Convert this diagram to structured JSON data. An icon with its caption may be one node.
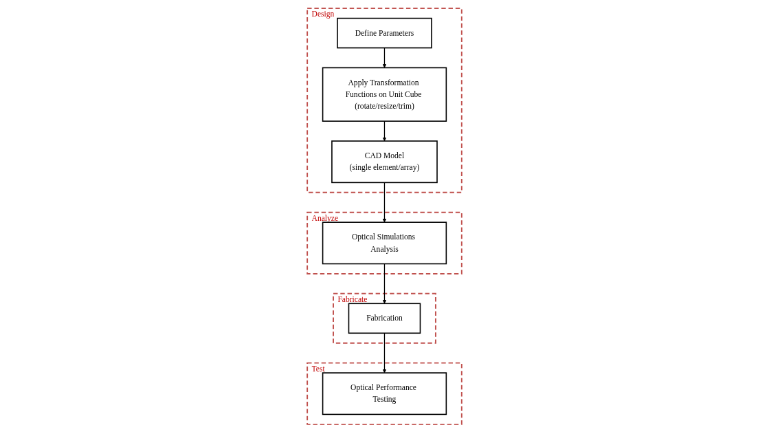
{
  "diagram": {
    "nodes": [
      {
        "text": [
          "Design"
        ]
      },
      {
        "text": [
          "Define Parameters"
        ],
        "in": 0
      },
      {
        "text": [
          "Apply Transformation Functions on Unit Cube (rotate/resize/trim)"
        ],
        "in": 0
      },
      {
        "text": [
          "CAD Model",
          "(single element/array)"
        ],
        "in": 0
      },
      {
        "text": [
          "Analyze"
        ]
      },
      {
        "text": [
          "Optical Simulations Analysis"
        ],
        "in": 4
      },
      {
        "text": [
          "Fabricate"
        ]
      },
      {
        "text": [
          "Fabrication"
        ],
        "in": 6
      },
      {
        "text": [
          "Test"
        ]
      },
      {
        "text": [
          "Optical Performance Testing"
        ],
        "in": 8
      }
    ],
    "edges": [
      {
        "from": 1,
        "to": 2,
        "arrow": "to"
      },
      {
        "from": 2,
        "to": 3,
        "arrow": "to"
      },
      {
        "from": 3,
        "to": 5,
        "arrow": "to"
      },
      {
        "from": 5,
        "to": 7,
        "arrow": "to"
      },
      {
        "from": 7,
        "to": 9,
        "arrow": "to"
      }
    ]
  }
}
